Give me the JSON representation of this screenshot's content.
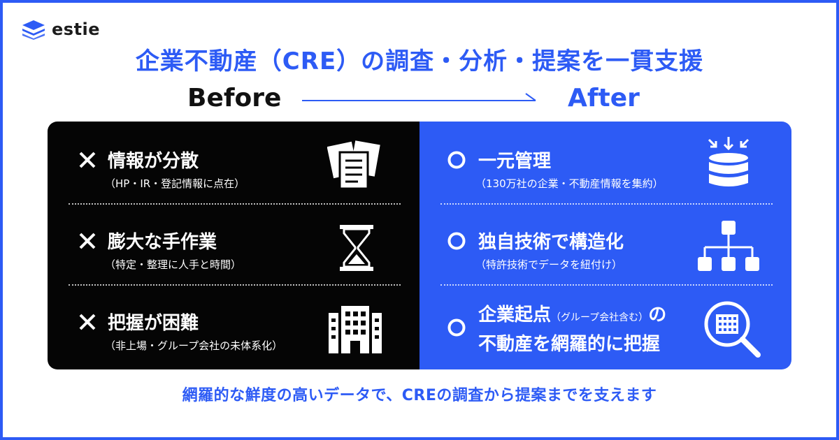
{
  "brand": {
    "name": "estie",
    "color": "#2d5bf5"
  },
  "headline": "企業不動産（CRE）の調査・分析・提案を一貫支援",
  "labels": {
    "before": "Before",
    "after": "After"
  },
  "before": {
    "items": [
      {
        "title": "情報が分散",
        "sub": "（HP・IR・登記情報に点在）",
        "icon": "documents-icon"
      },
      {
        "title": "膨大な手作業",
        "sub": "（特定・整理に人手と時間）",
        "icon": "hourglass-icon"
      },
      {
        "title": "把握が困難",
        "sub": "（非上場・グループ会社の未体系化）",
        "icon": "building-icon"
      }
    ]
  },
  "after": {
    "items": [
      {
        "title": "一元管理",
        "sub": "（130万社の企業・不動産情報を集約）",
        "icon": "database-icon"
      },
      {
        "title": "独自技術で構造化",
        "sub": "（特許技術でデータを紐付け）",
        "icon": "hierarchy-icon"
      },
      {
        "title_line1": "企業起点",
        "title_note": "（グループ会社含む）",
        "title_line1_end": "の",
        "title_line2": "不動産を網羅的に把握",
        "icon": "building-search-icon"
      }
    ]
  },
  "footer": "網羅的な鮮度の高いデータで、CREの調査から提案までを支えます"
}
